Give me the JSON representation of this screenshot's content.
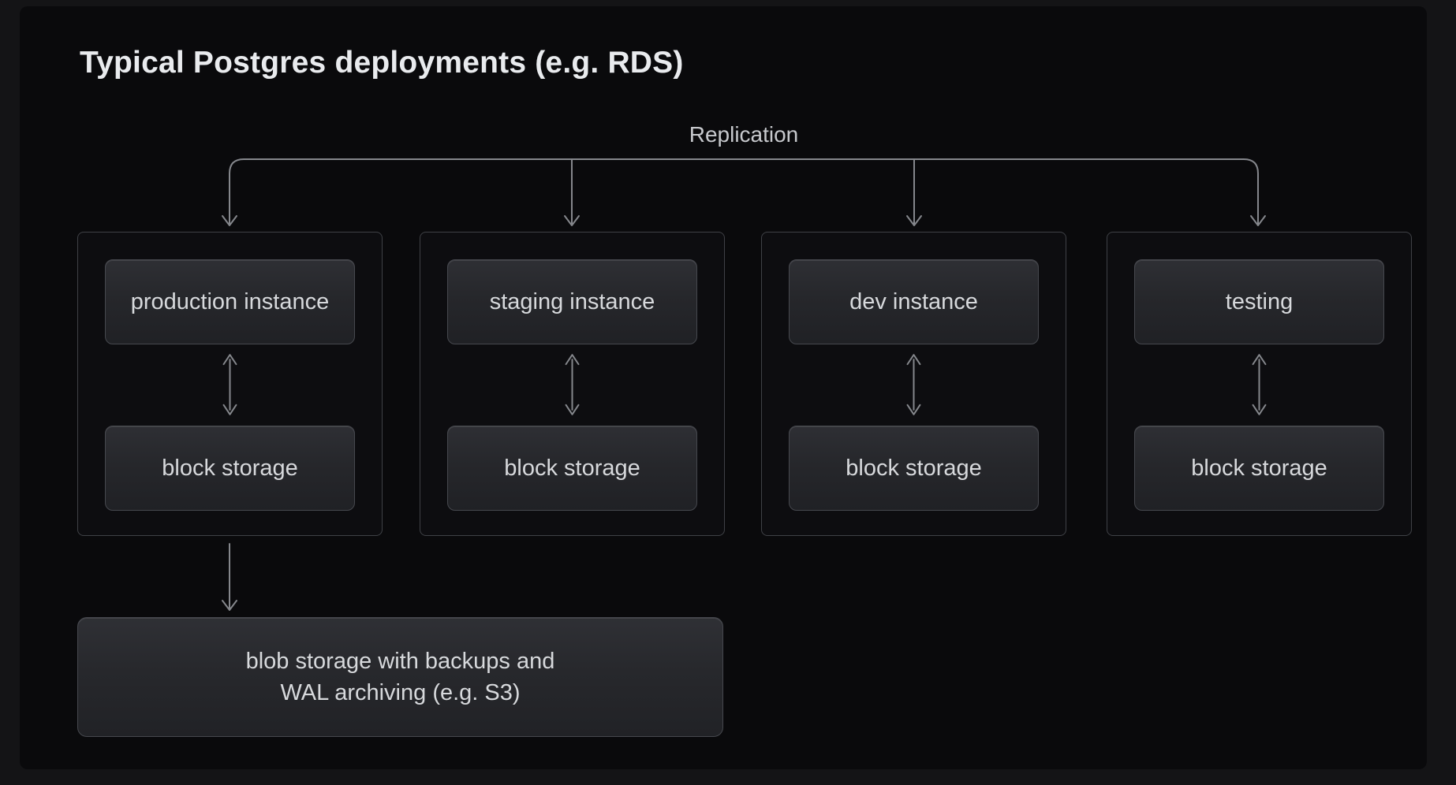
{
  "title": "Typical Postgres deployments (e.g. RDS)",
  "replication": {
    "label": "Replication"
  },
  "columns": [
    {
      "name": "production",
      "instance_label": "production instance",
      "storage_label": "block storage"
    },
    {
      "name": "staging",
      "instance_label": "staging instance",
      "storage_label": "block storage"
    },
    {
      "name": "dev",
      "instance_label": "dev instance",
      "storage_label": "block storage"
    },
    {
      "name": "testing",
      "instance_label": "testing",
      "storage_label": "block storage"
    }
  ],
  "blob_box": {
    "line1": "blob storage with backups and",
    "line2": "WAL archiving (e.g. S3)"
  },
  "colors": {
    "page_background": "#141416",
    "panel_background": "#0a0a0c",
    "node_fill_top": "#2e2f34",
    "node_fill_bottom": "#212226",
    "node_border": "#46484e",
    "group_border": "#3f4146",
    "arrow": "#85878c",
    "title_text": "#e9ebee",
    "node_text": "#d7d9dc",
    "replication_text": "#c7c9cd"
  }
}
